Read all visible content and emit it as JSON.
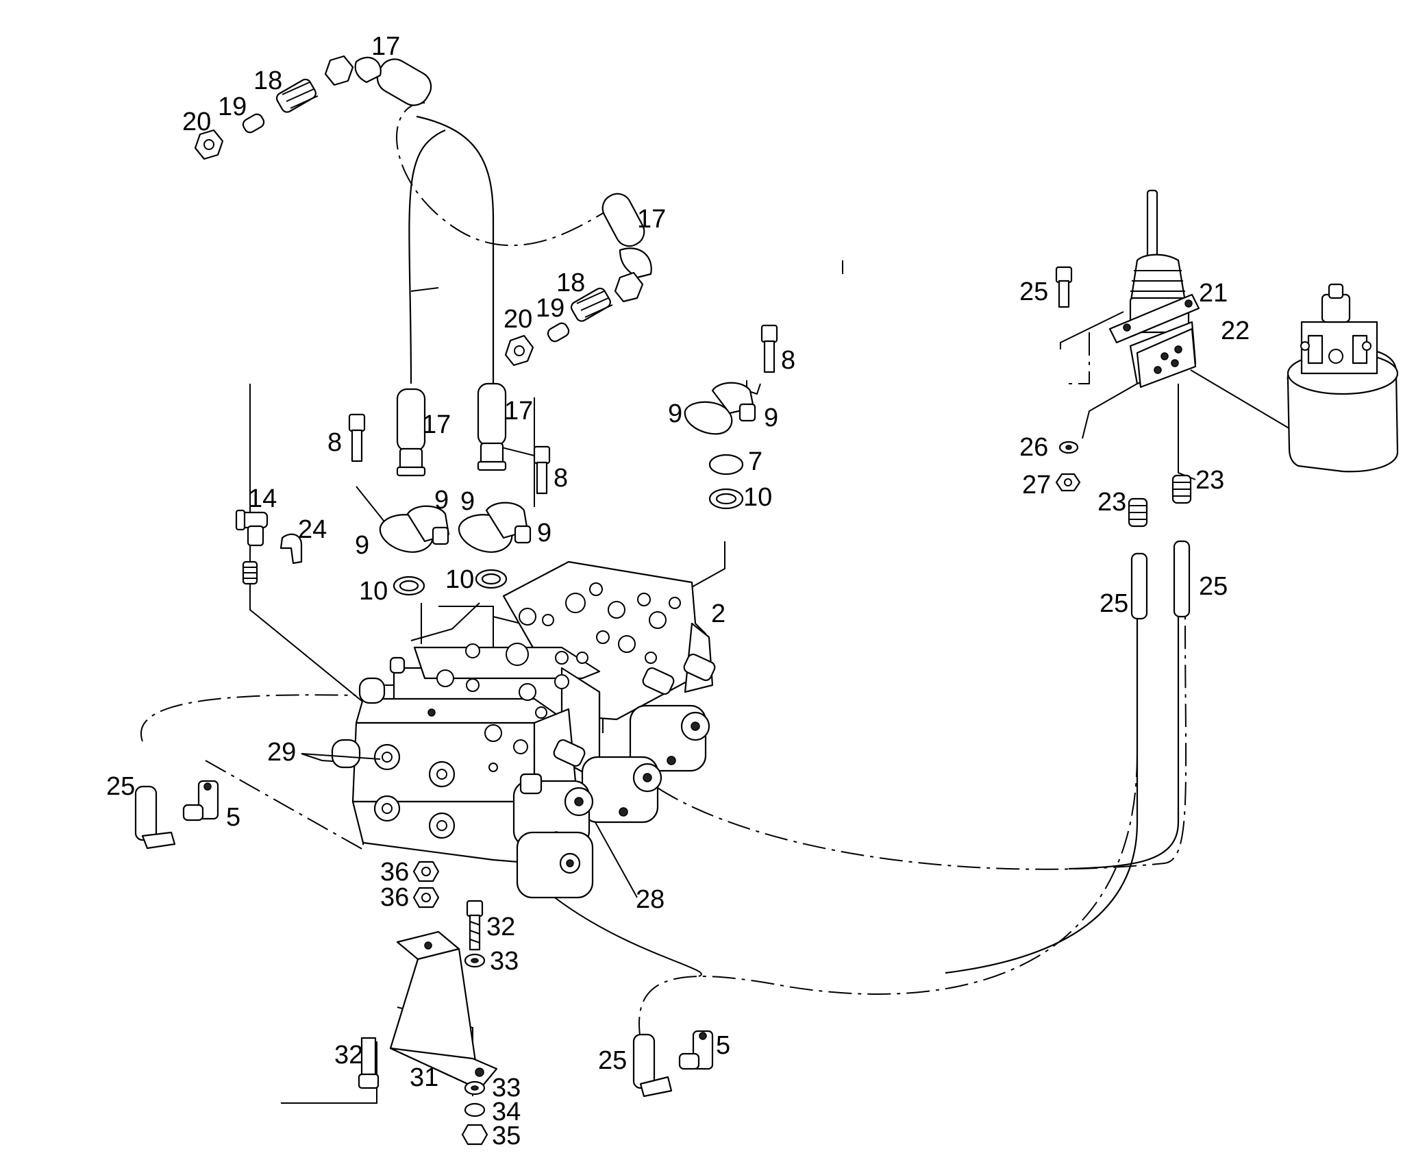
{
  "diagram": {
    "callouts": [
      {
        "id": "c17a",
        "text": "17"
      },
      {
        "id": "c18a",
        "text": "18"
      },
      {
        "id": "c19a",
        "text": "19"
      },
      {
        "id": "c20a",
        "text": "20"
      },
      {
        "id": "c17b",
        "text": "17"
      },
      {
        "id": "c18b",
        "text": "18"
      },
      {
        "id": "c19b",
        "text": "19"
      },
      {
        "id": "c20b",
        "text": "20"
      },
      {
        "id": "c8a",
        "text": "8"
      },
      {
        "id": "c9a",
        "text": "9"
      },
      {
        "id": "c9b",
        "text": "9"
      },
      {
        "id": "c7",
        "text": "7"
      },
      {
        "id": "c10a",
        "text": "10"
      },
      {
        "id": "c17c",
        "text": "17"
      },
      {
        "id": "c17d",
        "text": "17"
      },
      {
        "id": "c8b",
        "text": "8"
      },
      {
        "id": "c8c",
        "text": "8"
      },
      {
        "id": "c14",
        "text": "14"
      },
      {
        "id": "c24",
        "text": "24"
      },
      {
        "id": "c9c",
        "text": "9"
      },
      {
        "id": "c9d",
        "text": "9"
      },
      {
        "id": "c9e",
        "text": "9"
      },
      {
        "id": "c9f",
        "text": "9"
      },
      {
        "id": "c10b",
        "text": "10"
      },
      {
        "id": "c10c",
        "text": "10"
      },
      {
        "id": "c2",
        "text": "2"
      },
      {
        "id": "c29",
        "text": "29"
      },
      {
        "id": "c25a",
        "text": "25"
      },
      {
        "id": "c5a",
        "text": "5"
      },
      {
        "id": "c36a",
        "text": "36"
      },
      {
        "id": "c36b",
        "text": "36"
      },
      {
        "id": "c28",
        "text": "28"
      },
      {
        "id": "c32a",
        "text": "32"
      },
      {
        "id": "c33a",
        "text": "33"
      },
      {
        "id": "c32b",
        "text": "32"
      },
      {
        "id": "c31",
        "text": "31"
      },
      {
        "id": "c33b",
        "text": "33"
      },
      {
        "id": "c34",
        "text": "34"
      },
      {
        "id": "c35",
        "text": "35"
      },
      {
        "id": "c25b",
        "text": "25"
      },
      {
        "id": "c5b",
        "text": "5"
      },
      {
        "id": "c25c",
        "text": "25"
      },
      {
        "id": "c21",
        "text": "21"
      },
      {
        "id": "c22",
        "text": "22"
      },
      {
        "id": "c26",
        "text": "26"
      },
      {
        "id": "c27",
        "text": "27"
      },
      {
        "id": "c23a",
        "text": "23"
      },
      {
        "id": "c23b",
        "text": "23"
      },
      {
        "id": "c25d",
        "text": "25"
      },
      {
        "id": "c25e",
        "text": "25"
      }
    ]
  }
}
